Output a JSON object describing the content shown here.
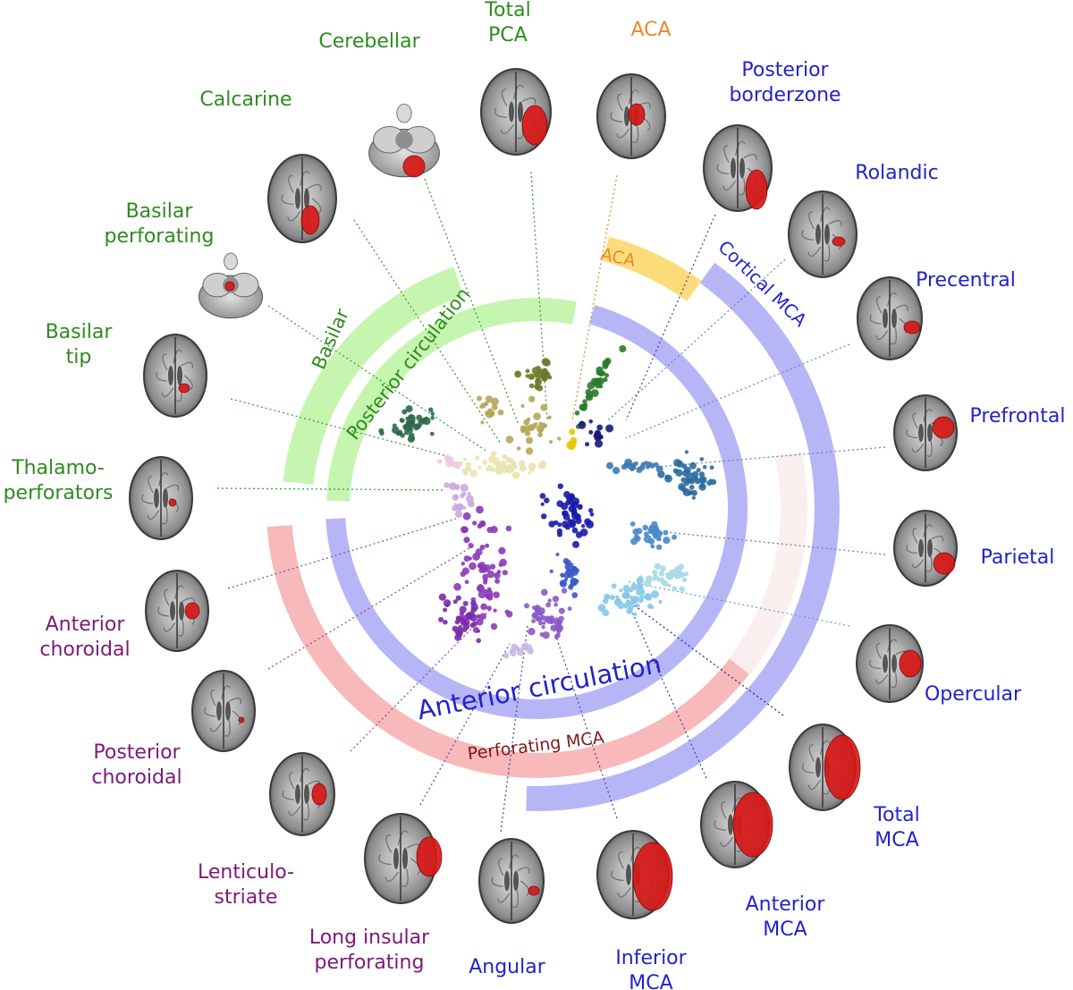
{
  "colors": {
    "green_label": "#2e8b1f",
    "blue_label": "#2222cc",
    "purple_label": "#7a1a7a",
    "orange_label": "#e8892a",
    "arc_green": "#c6f5b0",
    "arc_blue": "#b6b6f6",
    "arc_red": "#f7b9b9",
    "arc_yellow": "#fbdc7a",
    "lesion": "#d81818"
  },
  "arcs": {
    "basilar": "Basilar",
    "posterior_circulation": "Posterior circulation",
    "aca": "ACA",
    "cortical_mca": "Cortical MCA",
    "anterior_circulation": "Anterior circulation",
    "perforating_mca": "Perforating MCA"
  },
  "regions": [
    {
      "key": "total_pca",
      "lines": [
        "Total",
        "PCA"
      ],
      "group": "green"
    },
    {
      "key": "aca",
      "lines": [
        "ACA"
      ],
      "group": "orange"
    },
    {
      "key": "posterior_borderzone",
      "lines": [
        "Posterior",
        "borderzone"
      ],
      "group": "blue"
    },
    {
      "key": "rolandic",
      "lines": [
        "Rolandic"
      ],
      "group": "blue"
    },
    {
      "key": "precentral",
      "lines": [
        "Precentral"
      ],
      "group": "blue"
    },
    {
      "key": "prefrontal",
      "lines": [
        "Prefrontal"
      ],
      "group": "blue"
    },
    {
      "key": "parietal",
      "lines": [
        "Parietal"
      ],
      "group": "blue"
    },
    {
      "key": "opercular",
      "lines": [
        "Opercular"
      ],
      "group": "blue"
    },
    {
      "key": "total_mca",
      "lines": [
        "Total",
        "MCA"
      ],
      "group": "blue"
    },
    {
      "key": "anterior_mca",
      "lines": [
        "Anterior",
        "MCA"
      ],
      "group": "blue"
    },
    {
      "key": "inferior_mca",
      "lines": [
        "Inferior",
        "MCA"
      ],
      "group": "blue"
    },
    {
      "key": "angular",
      "lines": [
        "Angular"
      ],
      "group": "blue"
    },
    {
      "key": "long_insular",
      "lines": [
        "Long insular",
        "perforating"
      ],
      "group": "purple"
    },
    {
      "key": "lenticulostriate",
      "lines": [
        "Lenticulo-",
        "striate"
      ],
      "group": "purple"
    },
    {
      "key": "posterior_choroidal",
      "lines": [
        "Posterior",
        "choroidal"
      ],
      "group": "purple"
    },
    {
      "key": "anterior_choroidal",
      "lines": [
        "Anterior",
        "choroidal"
      ],
      "group": "purple"
    },
    {
      "key": "thalamoperforators",
      "lines": [
        "Thalamo-",
        "perforators"
      ],
      "group": "green"
    },
    {
      "key": "basilar_tip",
      "lines": [
        "Basilar",
        "tip"
      ],
      "group": "green"
    },
    {
      "key": "basilar_perforating",
      "lines": [
        "Basilar",
        "perforating"
      ],
      "group": "green"
    },
    {
      "key": "calcarine",
      "lines": [
        "Calcarine"
      ],
      "group": "green"
    },
    {
      "key": "cerebellar",
      "lines": [
        "Cerebellar"
      ],
      "group": "green"
    }
  ]
}
